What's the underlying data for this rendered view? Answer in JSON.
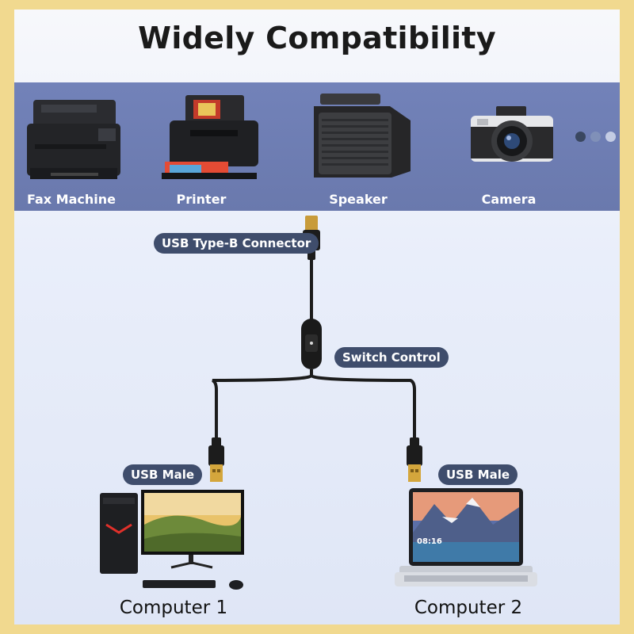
{
  "title": "Widely Compatibility",
  "devices": [
    {
      "label": "Fax Machine",
      "icon": "fax-machine-icon"
    },
    {
      "label": "Printer",
      "icon": "printer-icon"
    },
    {
      "label": "Speaker",
      "icon": "speaker-icon"
    },
    {
      "label": "Camera",
      "icon": "camera-icon"
    }
  ],
  "more_indicator": {
    "icon": "more-dots-icon",
    "colors": [
      "#3a4760",
      "#8090b8",
      "#c4cce4"
    ]
  },
  "callouts": {
    "type_b": "USB Type-B Connector",
    "switch": "Switch Control",
    "usb_male_left": "USB Male",
    "usb_male_right": "USB Male"
  },
  "computers": [
    {
      "label": "Computer 1",
      "icon": "desktop-computer-icon"
    },
    {
      "label": "Computer 2",
      "icon": "laptop-icon"
    }
  ],
  "laptop_screen_time": "08:16",
  "colors": {
    "border": "#f1d98f",
    "band": "#6e7db3",
    "pill": "#3f4d6c",
    "cable": "#1c1c1c",
    "gold": "#d4a63c"
  }
}
